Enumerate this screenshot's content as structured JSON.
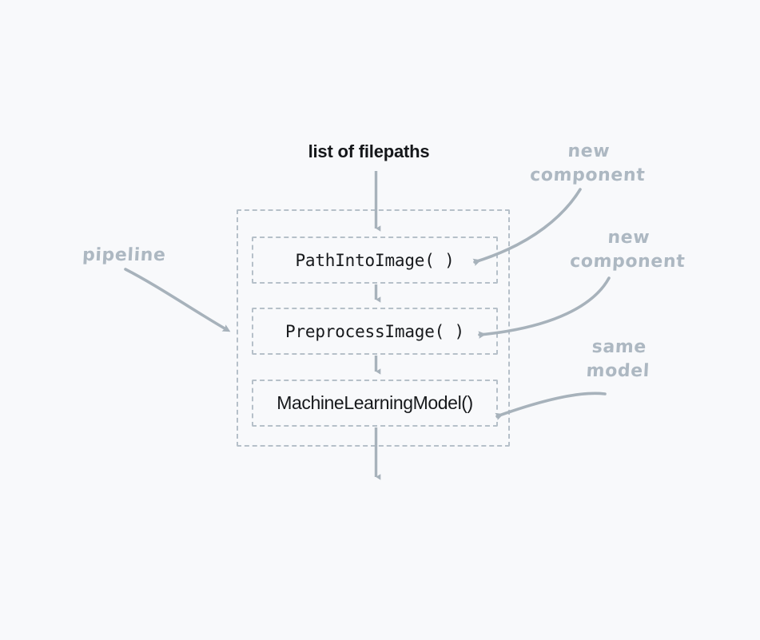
{
  "diagram": {
    "background_color": "#f8f9fb",
    "accent_color": "#adb8c2",
    "dash_color": "#b6c0c9",
    "text_color": "#17191c",
    "input_label": "list of filepaths",
    "pipeline_steps": [
      {
        "name": "PathIntoImage( )",
        "font": "mono"
      },
      {
        "name": "PreprocessImage( )",
        "font": "mono"
      },
      {
        "name": "MachineLearningModel()",
        "font": "sans"
      }
    ],
    "annotations": [
      {
        "id": "new-component-1",
        "line1": "new",
        "line2": "component",
        "target": "PathIntoImage( )"
      },
      {
        "id": "new-component-2",
        "line1": "new",
        "line2": "component",
        "target": "PreprocessImage( )"
      },
      {
        "id": "same-model",
        "line1": "same",
        "line2": "model",
        "target": "MachineLearningModel()"
      },
      {
        "id": "pipeline",
        "line1": "pipeline",
        "line2": "",
        "target": "outer-container"
      }
    ],
    "flow_arrows": [
      {
        "from": "list of filepaths",
        "to": "PathIntoImage( )"
      },
      {
        "from": "PathIntoImage( )",
        "to": "PreprocessImage( )"
      },
      {
        "from": "PreprocessImage( )",
        "to": "MachineLearningModel()"
      },
      {
        "from": "MachineLearningModel()",
        "to": "output"
      }
    ]
  }
}
